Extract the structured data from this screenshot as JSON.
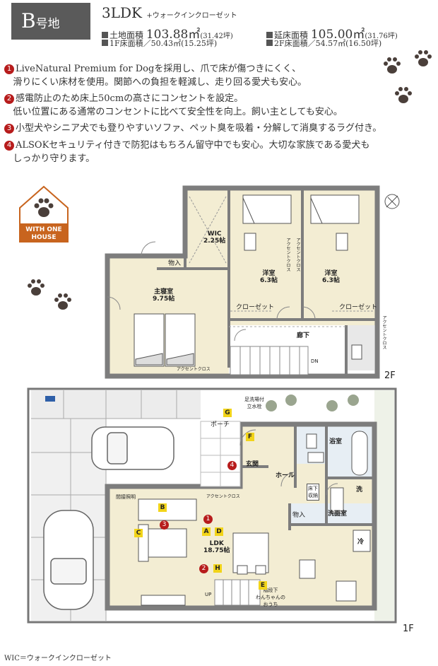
{
  "header": {
    "plan_tag": "B",
    "plan_tag_suffix": "号地",
    "layout_type": "3LDK",
    "layout_note": "+ウォークインクローゼット"
  },
  "specs": {
    "land_label": "土地面積",
    "land_value": "103.88㎡",
    "land_tsubo": "(31.42坪)",
    "floor_label": "延床面積",
    "floor_value": "105.00㎡",
    "floor_tsubo": "(31.76坪)",
    "f1_label": "1F床面積／50.43㎡(15.25坪)",
    "f2_label": "2F床面積／54.57㎡(16.50坪)"
  },
  "features": [
    {
      "num": "1",
      "lines": [
        "LiveNatural Premium for Dogを採用し、爪で床が傷つきにくく、",
        "滑りにくい床材を使用。関節への負担を軽減し、走り回る愛犬も安心。"
      ]
    },
    {
      "num": "2",
      "lines": [
        "感電防止のため床上50cmの高さにコンセントを設定。",
        "低い位置にある通常のコンセントに比べて安全性を向上。飼い主としても安心。"
      ]
    },
    {
      "num": "3",
      "lines": [
        "小型犬やシニア犬でも登りやすいソファ、ペット臭を吸着・分解して消臭するラグ付き。"
      ]
    },
    {
      "num": "4",
      "lines": [
        "ALSOKセキュリティ付きで防犯はもちろん留守中でも安心。大切な家族である愛犬も",
        "しっかり守ります。"
      ]
    }
  ],
  "logo": {
    "line1": "WITH ONE",
    "line2": "HOUSE"
  },
  "floor2": {
    "label": "2F",
    "rooms": {
      "wic": "WIC",
      "wic_size": "2.25帖",
      "storage": "物入",
      "master": "主寝室",
      "master_size": "9.75帖",
      "west1": "洋室",
      "west1_size": "6.3帖",
      "west2": "洋室",
      "west2_size": "6.3帖",
      "closet1": "クローゼット",
      "closet2": "クローゼット",
      "hall": "廊下",
      "dn": "DN",
      "accent1": "アクセントクロス",
      "accent2": "アクセントクロス",
      "accent3": "アクセントクロス",
      "accent4": "アクセントクロス"
    }
  },
  "floor1": {
    "label": "1F",
    "rooms": {
      "porch": "ポーチ",
      "foot_wash": "足洗場付",
      "faucet": "立水栓",
      "entrance": "玄関",
      "hall": "ホール",
      "bath": "浴室",
      "underfloor": "床下",
      "underfloor2": "収納",
      "wash": "洗",
      "washroom": "洗面室",
      "storage": "物入",
      "ldk": "LDK",
      "ldk_size": "18.75帖",
      "fridge": "冷",
      "lighting": "間接照明",
      "accent": "アクセントクロス",
      "up": "UP",
      "dog_home1": "階段下",
      "dog_home2": "わんちゃんの",
      "dog_home3": "おうち"
    },
    "badges": [
      "G",
      "F",
      "B",
      "C",
      "A",
      "D",
      "H",
      "E"
    ],
    "feature_nums": [
      "1",
      "2",
      "3",
      "4"
    ]
  },
  "footnote": "WIC＝ウォークインクローゼット",
  "colors": {
    "accent_red": "#b71c1c",
    "badge_yellow": "#f2d419",
    "floor_beige": "#f3edd3",
    "wall": "#7d7d7d",
    "tag_gray": "#5a5a5a"
  }
}
